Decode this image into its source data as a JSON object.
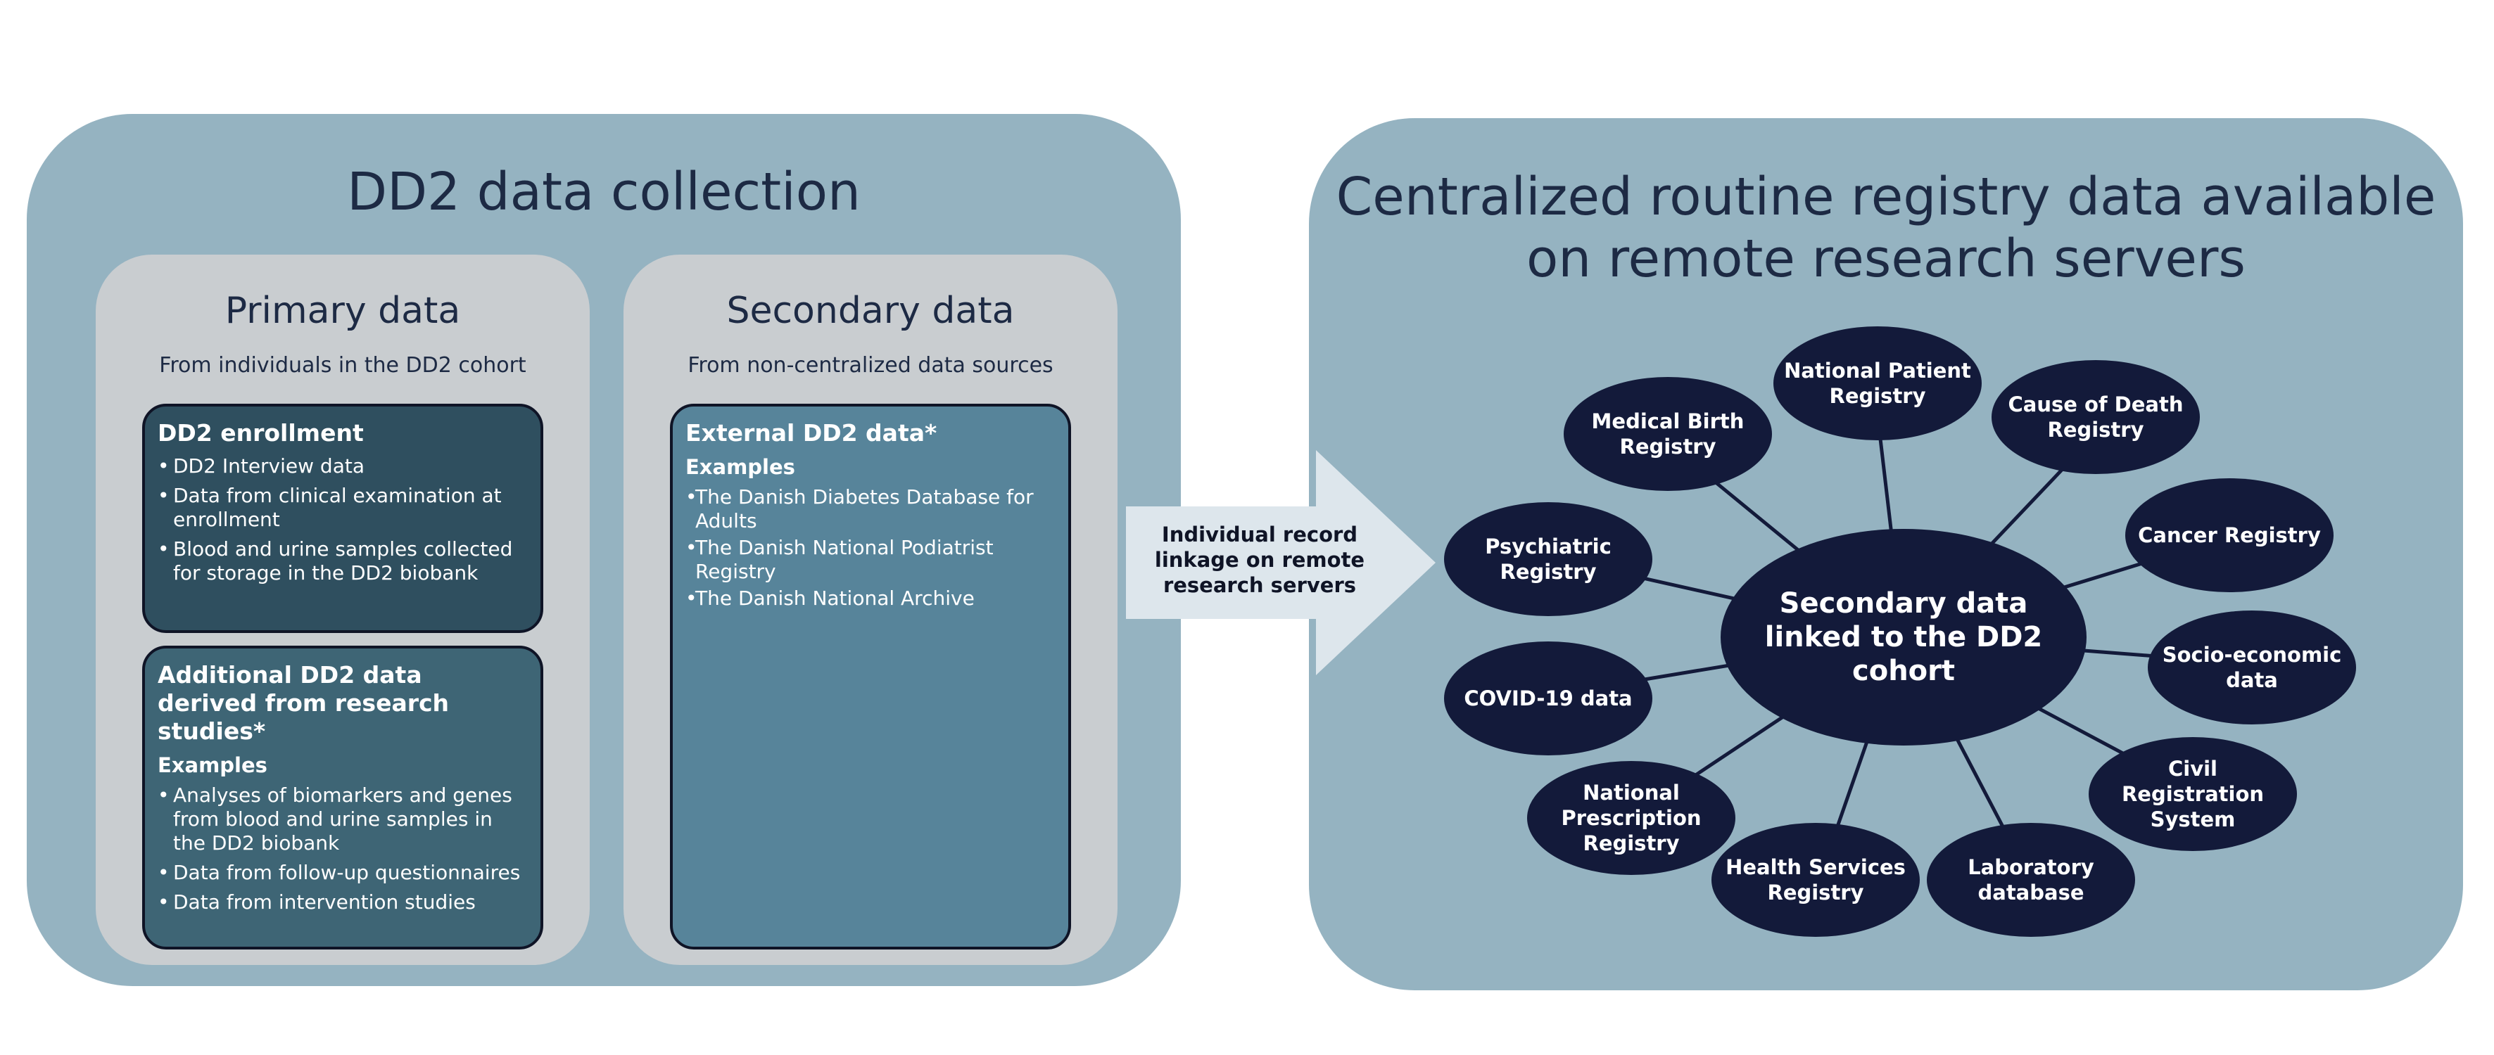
{
  "left": {
    "title": "DD2 data collection",
    "primary": {
      "title": "Primary data",
      "subtitle": "From individuals in the DD2 cohort",
      "enrollment": {
        "title": "DD2 enrollment",
        "items": [
          "DD2 Interview data",
          "Data from clinical examination at enrollment",
          "Blood and urine samples collected for storage in the DD2 biobank"
        ]
      },
      "research": {
        "title": "Additional DD2 data derived from research studies*",
        "examples_label": "Examples",
        "items": [
          "Analyses of biomarkers and genes from blood and urine samples in the DD2 biobank",
          "Data from follow-up questionnaires",
          "Data from intervention studies"
        ]
      }
    },
    "secondary": {
      "title": "Secondary data",
      "subtitle": "From non-centralized data sources",
      "external": {
        "title": "External DD2 data*",
        "examples_label": "Examples",
        "items": [
          "The Danish Diabetes Database for Adults",
          "The Danish National Podiatrist Registry",
          "The Danish National Archive"
        ]
      }
    }
  },
  "arrow": {
    "label": "Individual record linkage on remote research servers",
    "color": "#dde6ec"
  },
  "right": {
    "title_line1": "Centralized routine registry data available",
    "title_line2": "on remote research servers",
    "hub": "Secondary data linked to the DD2 cohort",
    "nodes": {
      "medical_birth": "Medical Birth Registry",
      "national_patient": "National Patient Registry",
      "cause_of_death": "Cause of Death Registry",
      "psychiatric": "Psychiatric Registry",
      "cancer": "Cancer Registry",
      "covid": "COVID-19 data",
      "socio_economic": "Socio-economic data",
      "national_prescription": "National Prescription Registry",
      "civil_registration": "Civil Registration System",
      "health_services": "Health Services Registry",
      "laboratory": "Laboratory database"
    }
  },
  "colors": {
    "panel": "#95b3c1",
    "column": "#c9cdd0",
    "enrollment_box": "#2f4f5f",
    "research_box": "#3e6575",
    "external_box": "#57849a",
    "node": "#131a3a",
    "text_dark": "#1d2a44"
  }
}
